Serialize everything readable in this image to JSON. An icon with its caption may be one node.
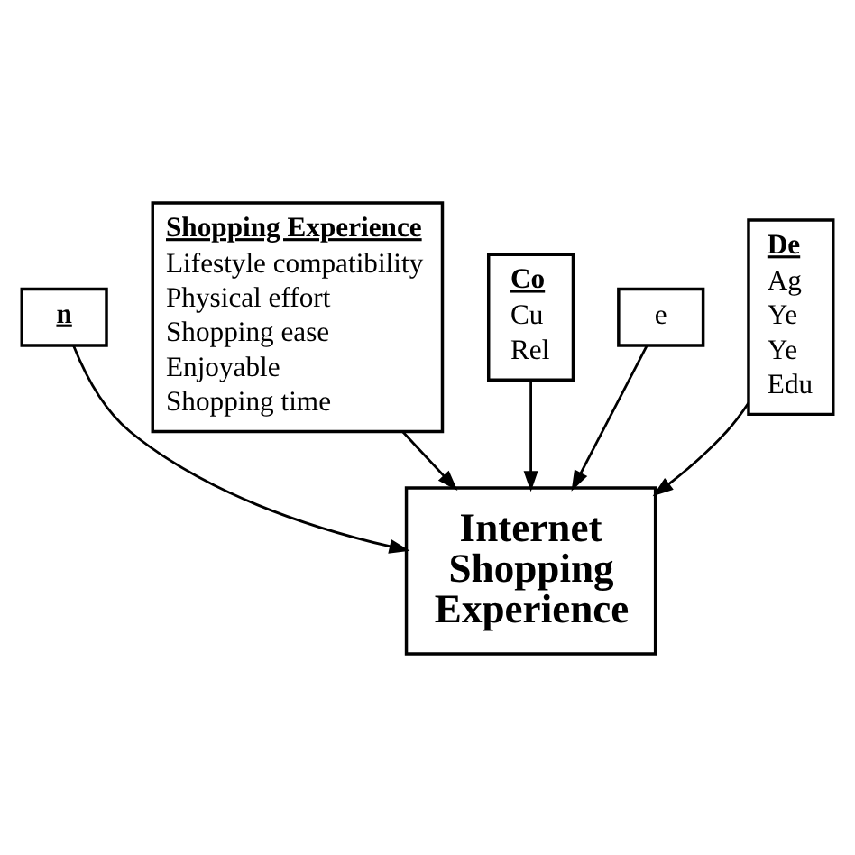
{
  "diagram": {
    "nodes": [
      {
        "text": [
          "n"
        ]
      },
      {
        "text": [
          "Shopping Experience",
          "Lifestyle compatibility",
          "Physical effort",
          "Shopping ease",
          "Enjoyable",
          "Shopping time"
        ]
      },
      {
        "text": [
          "Co",
          "Cu",
          "Rel"
        ]
      },
      {
        "text": [
          "e"
        ]
      },
      {
        "text": [
          "De",
          "Ag",
          "Ye",
          "Ye",
          "Edu"
        ]
      },
      {
        "text": [
          "Internet Shopping Experience"
        ]
      }
    ],
    "edges": [
      {
        "from": 0,
        "to": 5,
        "arrow": "to"
      },
      {
        "from": 1,
        "to": 5,
        "arrow": "to"
      },
      {
        "from": 2,
        "to": 5,
        "arrow": "to"
      },
      {
        "from": 3,
        "to": 5,
        "arrow": "to"
      },
      {
        "from": 4,
        "to": 5,
        "arrow": "to"
      }
    ]
  }
}
